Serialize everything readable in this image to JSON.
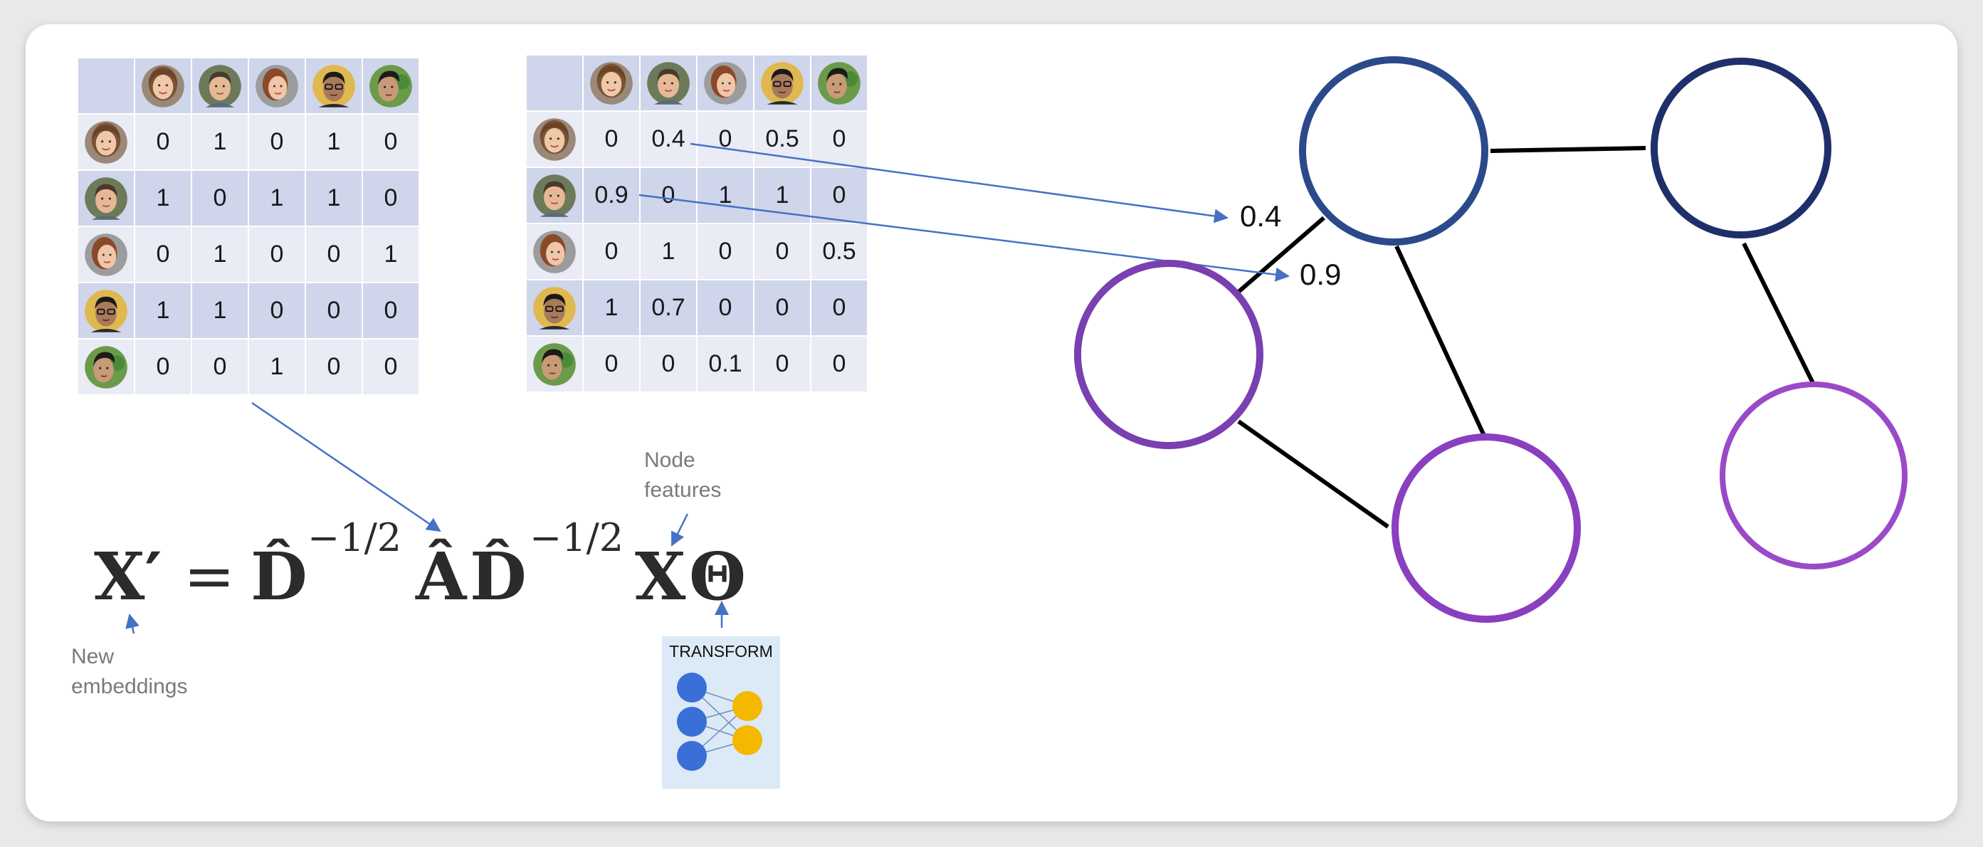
{
  "adjacency": {
    "rows": [
      [
        "0",
        "1",
        "0",
        "1",
        "0"
      ],
      [
        "1",
        "0",
        "1",
        "1",
        "0"
      ],
      [
        "0",
        "1",
        "0",
        "0",
        "1"
      ],
      [
        "1",
        "1",
        "0",
        "0",
        "0"
      ],
      [
        "0",
        "0",
        "1",
        "0",
        "0"
      ]
    ]
  },
  "weights": {
    "rows": [
      [
        "0",
        "0.4",
        "0",
        "0.5",
        "0"
      ],
      [
        "0.9",
        "0",
        "1",
        "1",
        "0"
      ],
      [
        "0",
        "1",
        "0",
        "0",
        "0.5"
      ],
      [
        "1",
        "0.7",
        "0",
        "0",
        "0"
      ],
      [
        "0",
        "0",
        "0.1",
        "0",
        "0"
      ]
    ]
  },
  "formula": {
    "lhs": "X′",
    "equals": "=",
    "d1": "D̂",
    "exp1": "−1/2",
    "a": "Â",
    "d2": "D̂",
    "exp2": "−1/2",
    "x": "X",
    "theta": "Θ"
  },
  "annotations": {
    "node_features": [
      "Node",
      "features"
    ],
    "new_embeddings": [
      "New",
      "embeddings"
    ],
    "transform": "TRANSFORM"
  },
  "edge_labels": {
    "first": "0.4",
    "second": "0.9"
  },
  "colors": {
    "matrix_dark": "#cfd5ea",
    "matrix_light": "#e9ebf5",
    "arrow": "#4472c4",
    "node_border_blue": "#2b4a8c",
    "node_border_purple": "#7a3fb0",
    "nn_blue": "#3a6fd8",
    "nn_yellow": "#f5b800"
  }
}
